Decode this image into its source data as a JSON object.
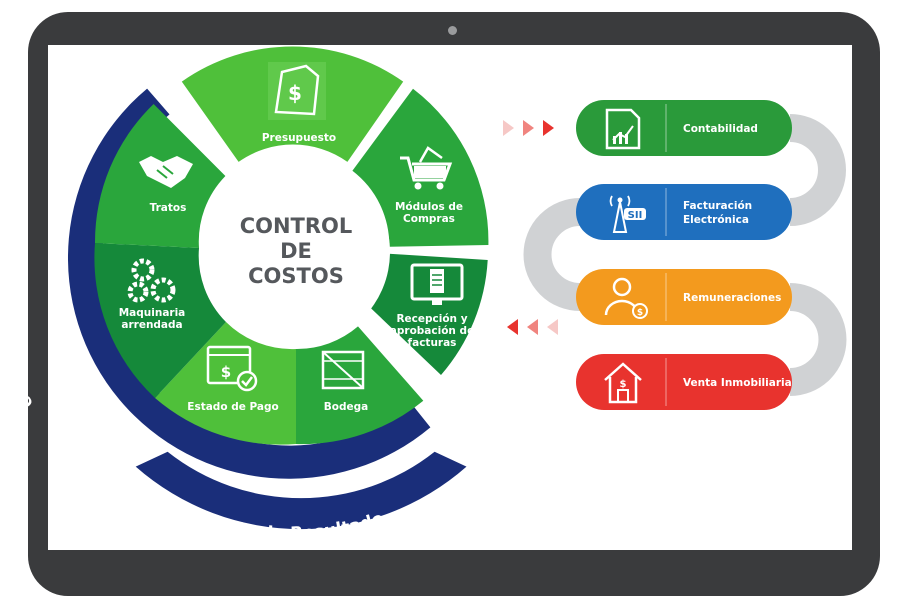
{
  "diagram": {
    "center_lines": [
      "CONTROL",
      "DE",
      "COSTOS"
    ],
    "segments": {
      "presupuesto": "Presupuesto",
      "modulos_line1": "Módulos de",
      "modulos_line2": "Compras",
      "recepcion_line1": "Recepción y",
      "recepcion_line2": "aprobación de",
      "recepcion_line3": "facturas",
      "bodega": "Bodega",
      "estado_pago": "Estado de Pago",
      "maquinaria_line1": "Maquinaria",
      "maquinaria_line2": "arrendada",
      "tratos": "Tratos"
    },
    "outer_arc_label": "Control de Obra",
    "bottom_arc_label": "Estado de Resultado"
  },
  "modules": [
    {
      "label_lines": [
        "Contabilidad"
      ],
      "color": "#2a9a3a",
      "icon": "chart-document-icon"
    },
    {
      "label_lines": [
        "Facturación",
        "Electrónica"
      ],
      "color": "#1f6fbe",
      "icon": "sii-antenna-icon"
    },
    {
      "label_lines": [
        "Remuneraciones"
      ],
      "color": "#f39a1e",
      "icon": "person-money-icon"
    },
    {
      "label_lines": [
        "Venta Inmobiliaria"
      ],
      "color": "#e8332e",
      "icon": "house-money-icon"
    }
  ],
  "colors": {
    "bezel": "#3a3b3d",
    "navy": "#1a2e7a",
    "green_light": "#4fc03a",
    "green_mid": "#2aa63c",
    "green_dark": "#15893a",
    "connector_gray": "#d0d2d4",
    "center_text": "#55585c"
  }
}
